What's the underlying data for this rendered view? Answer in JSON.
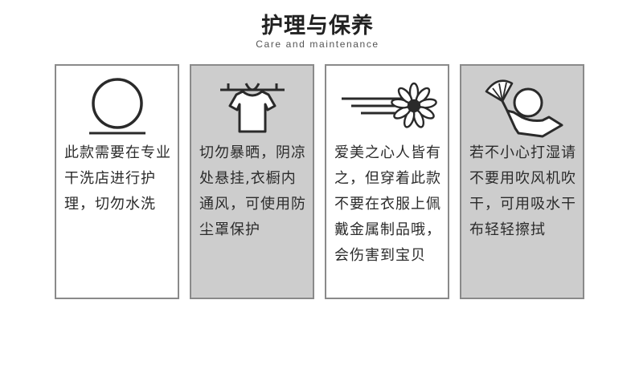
{
  "header": {
    "title": "护理与保养",
    "subtitle": "Care and maintenance"
  },
  "cards": [
    {
      "icon": "dry-clean-circle-icon",
      "text": "此款需要在专业干洗店进行护理，切勿水洗"
    },
    {
      "icon": "shade-dry-shirt-icon",
      "text": "切勿暴晒，阴凉处悬挂,衣橱内通风，可使用防尘罩保护"
    },
    {
      "icon": "sun-rays-icon",
      "text": "爱美之心人皆有之，但穿着此款不要在衣服上佩戴金属制品哦，会伤害到宝贝"
    },
    {
      "icon": "hair-dryer-person-icon",
      "text": "若不小心打湿请不要用吹风机吹干，可用吸水干布轻轻擦拭"
    }
  ]
}
